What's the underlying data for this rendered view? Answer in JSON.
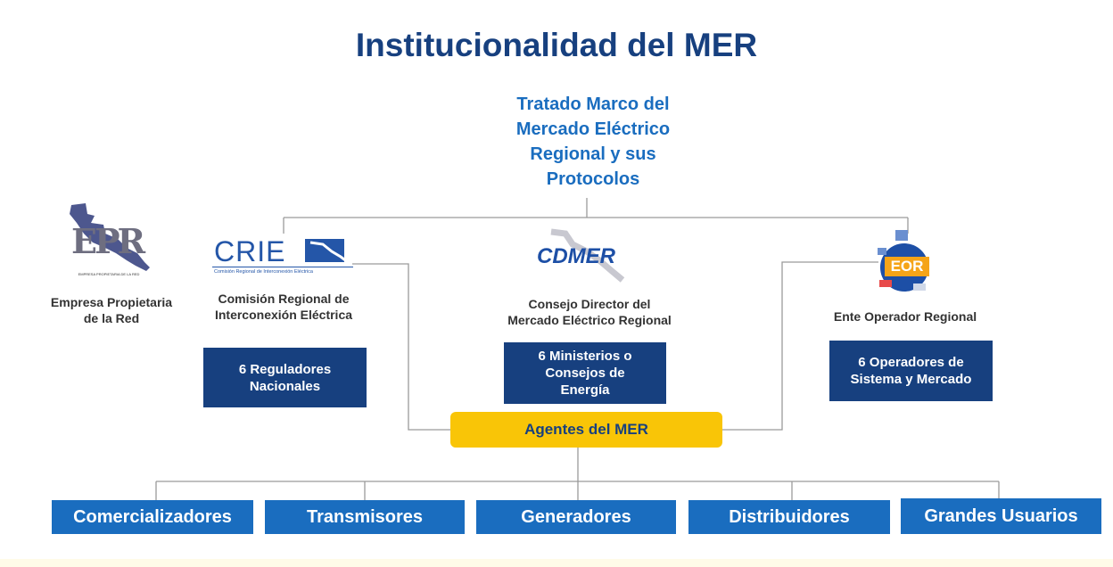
{
  "title": "Institucionalidad del MER",
  "treaty": {
    "lines": [
      "Tratado Marco del",
      "Mercado Eléctrico",
      "Regional y sus",
      "Protocolos"
    ]
  },
  "epr": {
    "logo_text": "EPR",
    "logo_subtext": "EMPRESA PROPIETARIA DE LA RED",
    "label_lines": [
      "Empresa Propietaria",
      "de la Red"
    ]
  },
  "crie": {
    "logo_text": "CRIE",
    "logo_subtext": "Comisión Regional de Interconexión Eléctrica",
    "label_lines": [
      "Comisión Regional de",
      "Interconexión Eléctrica"
    ],
    "box_lines": [
      "6 Reguladores",
      "Nacionales"
    ]
  },
  "cdmer": {
    "logo_text": "CDMER",
    "label_lines": [
      "Consejo Director del",
      "Mercado Eléctrico Regional"
    ],
    "box_lines": [
      "6 Ministerios o",
      "Consejos de",
      "Energía"
    ]
  },
  "eor": {
    "logo_text": "EOR",
    "label_lines": [
      "Ente Operador Regional"
    ],
    "box_lines": [
      "6 Operadores de",
      "Sistema y Mercado"
    ]
  },
  "agents": "Agentes del MER",
  "categories": [
    "Comercializadores",
    "Transmisores",
    "Generadores",
    "Distribuidores",
    "Grandes Usuarios"
  ],
  "colors": {
    "navy": "#17407f",
    "blue": "#1a6dbf",
    "yellow": "#f9c507",
    "line": "#9a9a9a"
  }
}
